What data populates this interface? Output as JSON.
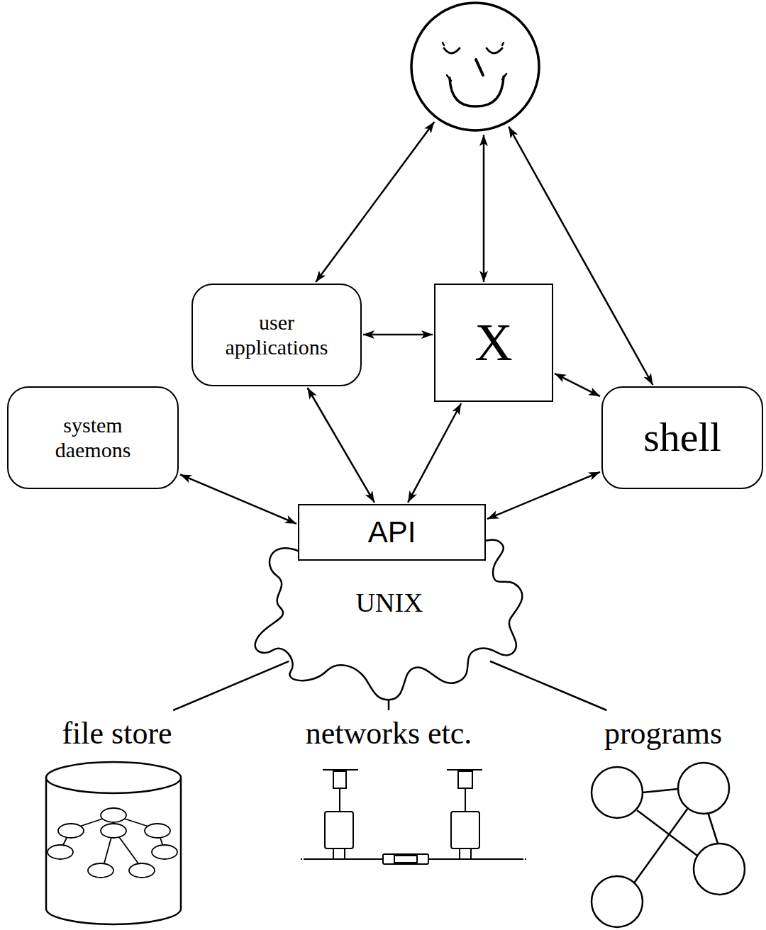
{
  "diagram": {
    "nodes": [
      {
        "text": []
      },
      {
        "text": [
          "user applications"
        ]
      },
      {
        "text": [
          "X"
        ]
      },
      {
        "text": [
          "system daemons"
        ]
      },
      {
        "text": [
          "shell"
        ]
      },
      {
        "text": [
          "API"
        ]
      },
      {
        "text": [
          "UNIX"
        ]
      },
      {
        "text": [
          "file store"
        ]
      },
      {
        "text": [
          "networks etc."
        ]
      },
      {
        "text": [
          "programs"
        ]
      }
    ],
    "edges": [
      {
        "from": 0,
        "to": 1,
        "arrow": "both"
      },
      {
        "from": 0,
        "to": 2,
        "arrow": "both"
      },
      {
        "from": 0,
        "to": 4,
        "arrow": "both"
      },
      {
        "from": 1,
        "to": 2,
        "arrow": "both"
      },
      {
        "from": 2,
        "to": 4,
        "arrow": "both"
      },
      {
        "from": 3,
        "to": 5,
        "arrow": "both"
      },
      {
        "from": 1,
        "to": 5,
        "arrow": "both"
      },
      {
        "from": 2,
        "to": 5,
        "arrow": "both"
      },
      {
        "from": 4,
        "to": 5,
        "arrow": "both"
      },
      {
        "from": 6,
        "to": 7,
        "arrow": "none"
      },
      {
        "from": 6,
        "to": 8,
        "arrow": "none"
      },
      {
        "from": 6,
        "to": 9,
        "arrow": "none"
      }
    ]
  }
}
